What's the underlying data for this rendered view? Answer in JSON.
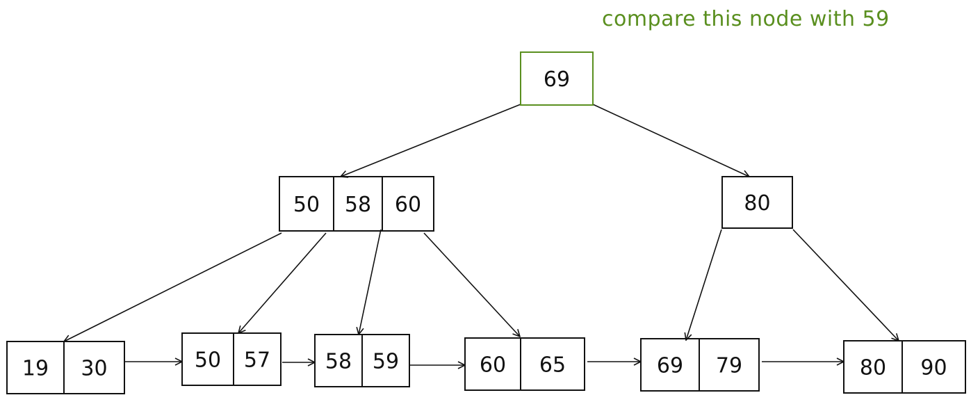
{
  "annotation": "compare this node with 59",
  "colors": {
    "ink": "#111111",
    "highlight": "#5a8f1f",
    "background": "#ffffff"
  },
  "nodes": [
    {
      "id": "root",
      "keys": [
        "69"
      ],
      "highlighted": true
    },
    {
      "id": "internal-left",
      "keys": [
        "50",
        "58",
        "60"
      ]
    },
    {
      "id": "internal-right",
      "keys": [
        "80"
      ]
    },
    {
      "id": "leaf-1",
      "keys": [
        "19",
        "30"
      ]
    },
    {
      "id": "leaf-2",
      "keys": [
        "50",
        "57"
      ]
    },
    {
      "id": "leaf-3",
      "keys": [
        "58",
        "59"
      ]
    },
    {
      "id": "leaf-4",
      "keys": [
        "60",
        "65"
      ]
    },
    {
      "id": "leaf-5",
      "keys": [
        "69",
        "79"
      ]
    },
    {
      "id": "leaf-6",
      "keys": [
        "80",
        "90"
      ]
    }
  ]
}
